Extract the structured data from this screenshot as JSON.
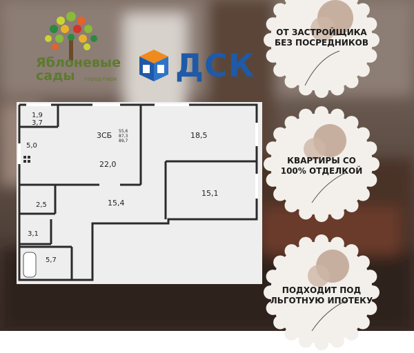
{
  "brand": {
    "name_line1": "Яблоневые",
    "name_line2": "сады",
    "subtitle": "город-парк",
    "developer": "ДСК"
  },
  "plan": {
    "type_label": "3СБ",
    "areas_total": [
      "55,6",
      "87,3",
      "89,7"
    ],
    "rooms": {
      "balcony": "1,9",
      "balcony_area": "3,7",
      "kitchen": "5,0",
      "living": "22,0",
      "bedroom1": "18,5",
      "bedroom2": "15,1",
      "hall": "15,4",
      "wc": "2,5",
      "storage": "3,1",
      "bath": "5,7"
    }
  },
  "badges": [
    {
      "line1": "ОТ ЗАСТРОЙЩИКА",
      "line2": "БЕЗ ПОСРЕДНИКОВ"
    },
    {
      "line1": "КВАРТИРЫ СО",
      "line2": "100% ОТДЕЛКОЙ"
    },
    {
      "line1": "ПОДХОДИТ ПОД",
      "line2": "ЛЬГОТНУЮ ИПОТЕКУ"
    }
  ],
  "colors": {
    "brand_green": "#5d7a2f",
    "dsk_blue": "#1e5aa8",
    "dsk_orange": "#f08a1c",
    "badge_fill": "#f3efea",
    "badge_accent": "#b89a85"
  }
}
